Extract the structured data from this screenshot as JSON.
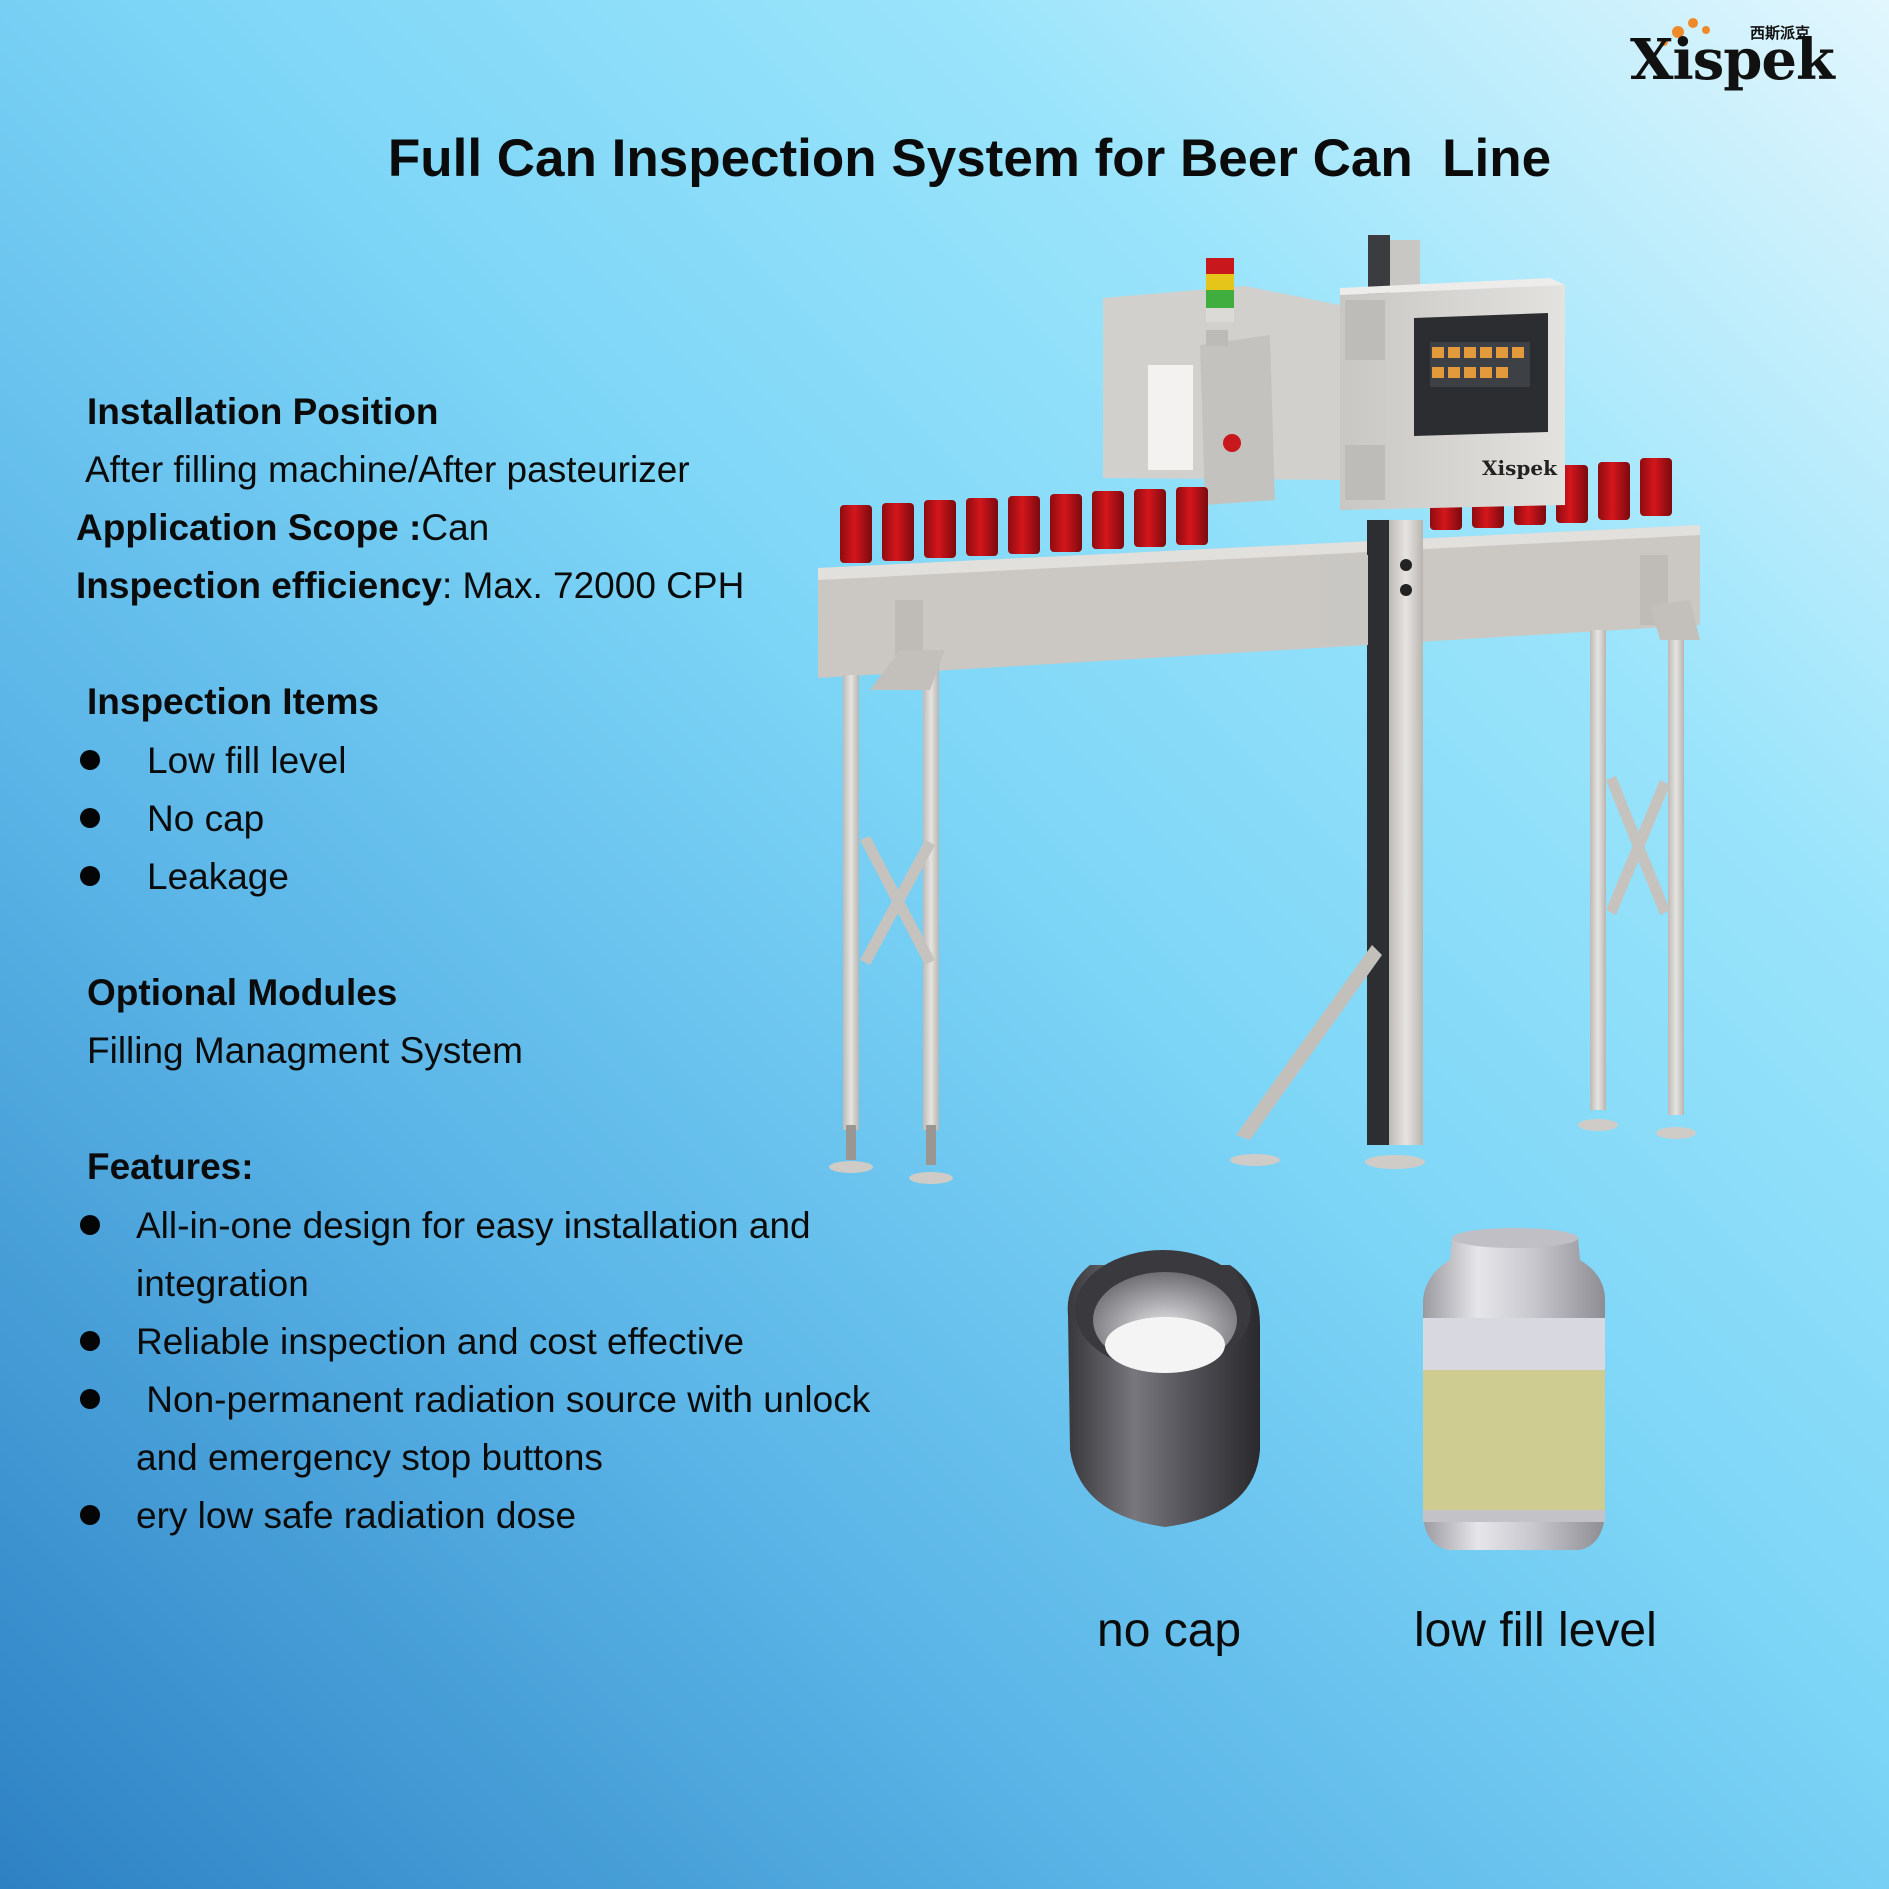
{
  "logo": {
    "wordmark": "Xispek",
    "chinese": "西斯派克",
    "accent_color": "#ef8a2a"
  },
  "title": "Full Can Inspection System for Beer Can  Line",
  "installation": {
    "heading": "Installation Position",
    "value": "After filling machine/After pasteurizer"
  },
  "application": {
    "label": "Application Scope :",
    "value": "Can"
  },
  "efficiency": {
    "label": "Inspection efficiency",
    "value": ": Max. 72000 CPH"
  },
  "inspection_items": {
    "heading": "Inspection Items",
    "items": [
      "Low fill level",
      "No cap",
      "Leakage"
    ]
  },
  "optional_modules": {
    "heading": "Optional Modules",
    "value": "Filling Managment System"
  },
  "features": {
    "heading": "Features:",
    "items": [
      {
        "line1": "All-in-one design for easy installation and",
        "line2": "integration"
      },
      {
        "line1": "Reliable inspection and cost effective"
      },
      {
        "line1": " Non-permanent radiation source with unlock",
        "line2": "and emergency stop buttons"
      },
      {
        "line1": "ery low safe radiation dose"
      }
    ]
  },
  "machine": {
    "panel_brand": "Xispek"
  },
  "samples": {
    "no_cap_caption": "no cap",
    "low_fill_caption": "low fill level"
  },
  "colors": {
    "can_red": "#c0141a",
    "frame": "#cfccc8",
    "liquid": "#cfcc91"
  }
}
